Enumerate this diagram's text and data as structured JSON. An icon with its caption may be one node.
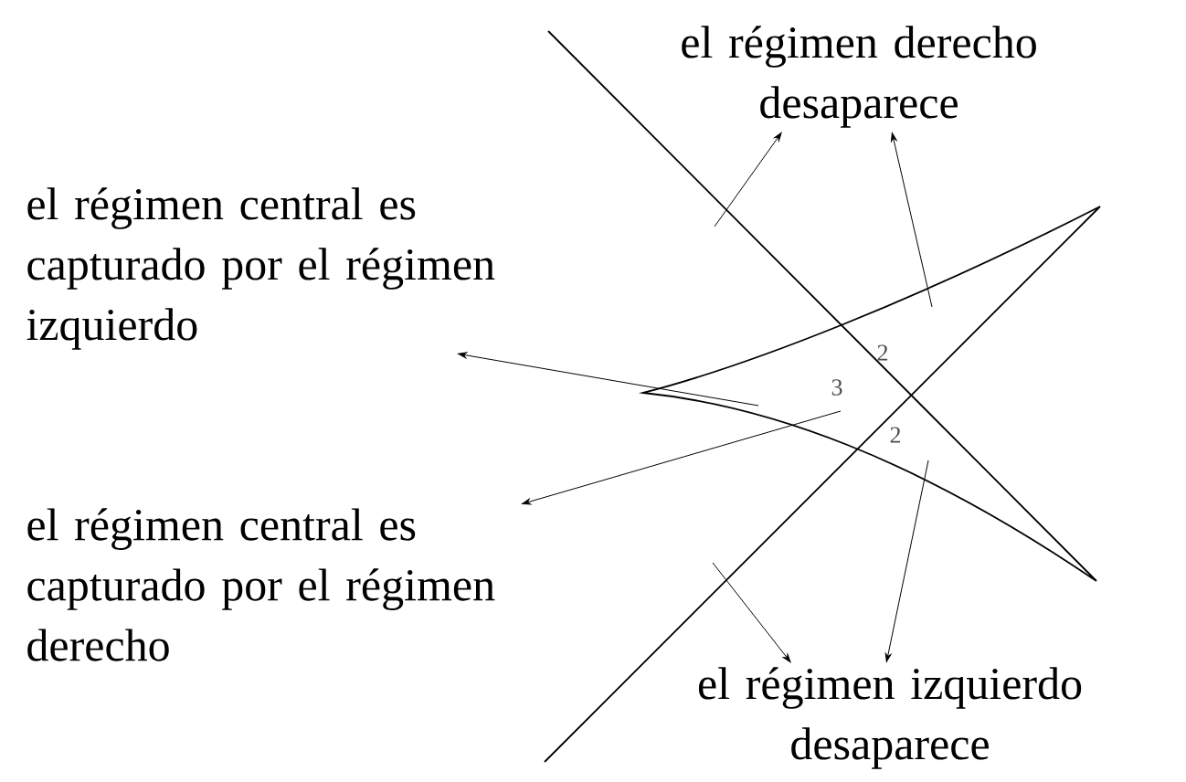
{
  "diagram": {
    "nodes": [
      {
        "text": [
          "el régimen derecho desaparece"
        ]
      },
      {
        "text": [
          "el régimen central es capturado por el régimen izquierdo"
        ]
      },
      {
        "text": [
          "el régimen central es capturado por el régimen derecho"
        ]
      },
      {
        "text": [
          "el régimen izquierdo desaparece"
        ]
      }
    ],
    "edges": [
      {
        "from": null,
        "to": 0,
        "arrow": "to"
      },
      {
        "from": null,
        "to": 0,
        "arrow": "to"
      },
      {
        "from": null,
        "to": 1,
        "arrow": "to"
      },
      {
        "from": null,
        "to": 2,
        "arrow": "to"
      },
      {
        "from": null,
        "to": 3,
        "arrow": "to"
      },
      {
        "from": null,
        "to": 3,
        "arrow": "to"
      }
    ],
    "labels": [
      "2",
      "3",
      "2"
    ]
  }
}
